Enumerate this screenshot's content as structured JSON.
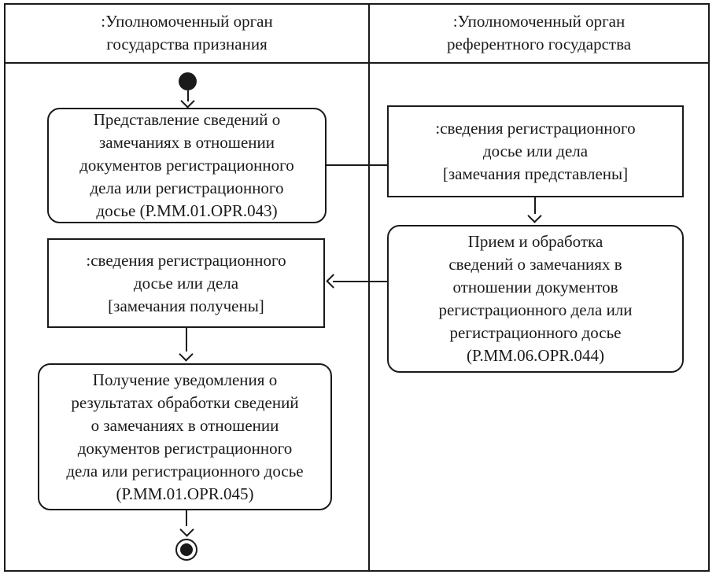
{
  "lanes": {
    "recognition": ":Уполномоченный орган\nгосударства признания",
    "referent": ":Уполномоченный орган\nреферентного государства"
  },
  "nodes": {
    "activity_submit": "Представление сведений о\nзамечаниях в отношении\nдокументов регистрационного\nдела или регистрационного\nдосье (P.MM.01.OPR.043)",
    "object_submitted": ":сведения регистрационного\nдосье или дела\n[замечания представлены]",
    "activity_process": "Прием и обработка\nсведений о замечаниях в\nотношении документов\nрегистрационного дела или\nрегистрационного досье\n(P.MM.06.OPR.044)",
    "object_received": ":сведения регистрационного\nдосье или дела\n[замечания получены]",
    "activity_notify": "Получение уведомления о\nрезультатах обработки сведений\nо замечаниях в отношении\nдокументов регистрационного\nдела или регистрационного досье\n(P.MM.01.OPR.045)"
  },
  "colors": {
    "line": "#1a1a1a",
    "background": "#ffffff"
  }
}
